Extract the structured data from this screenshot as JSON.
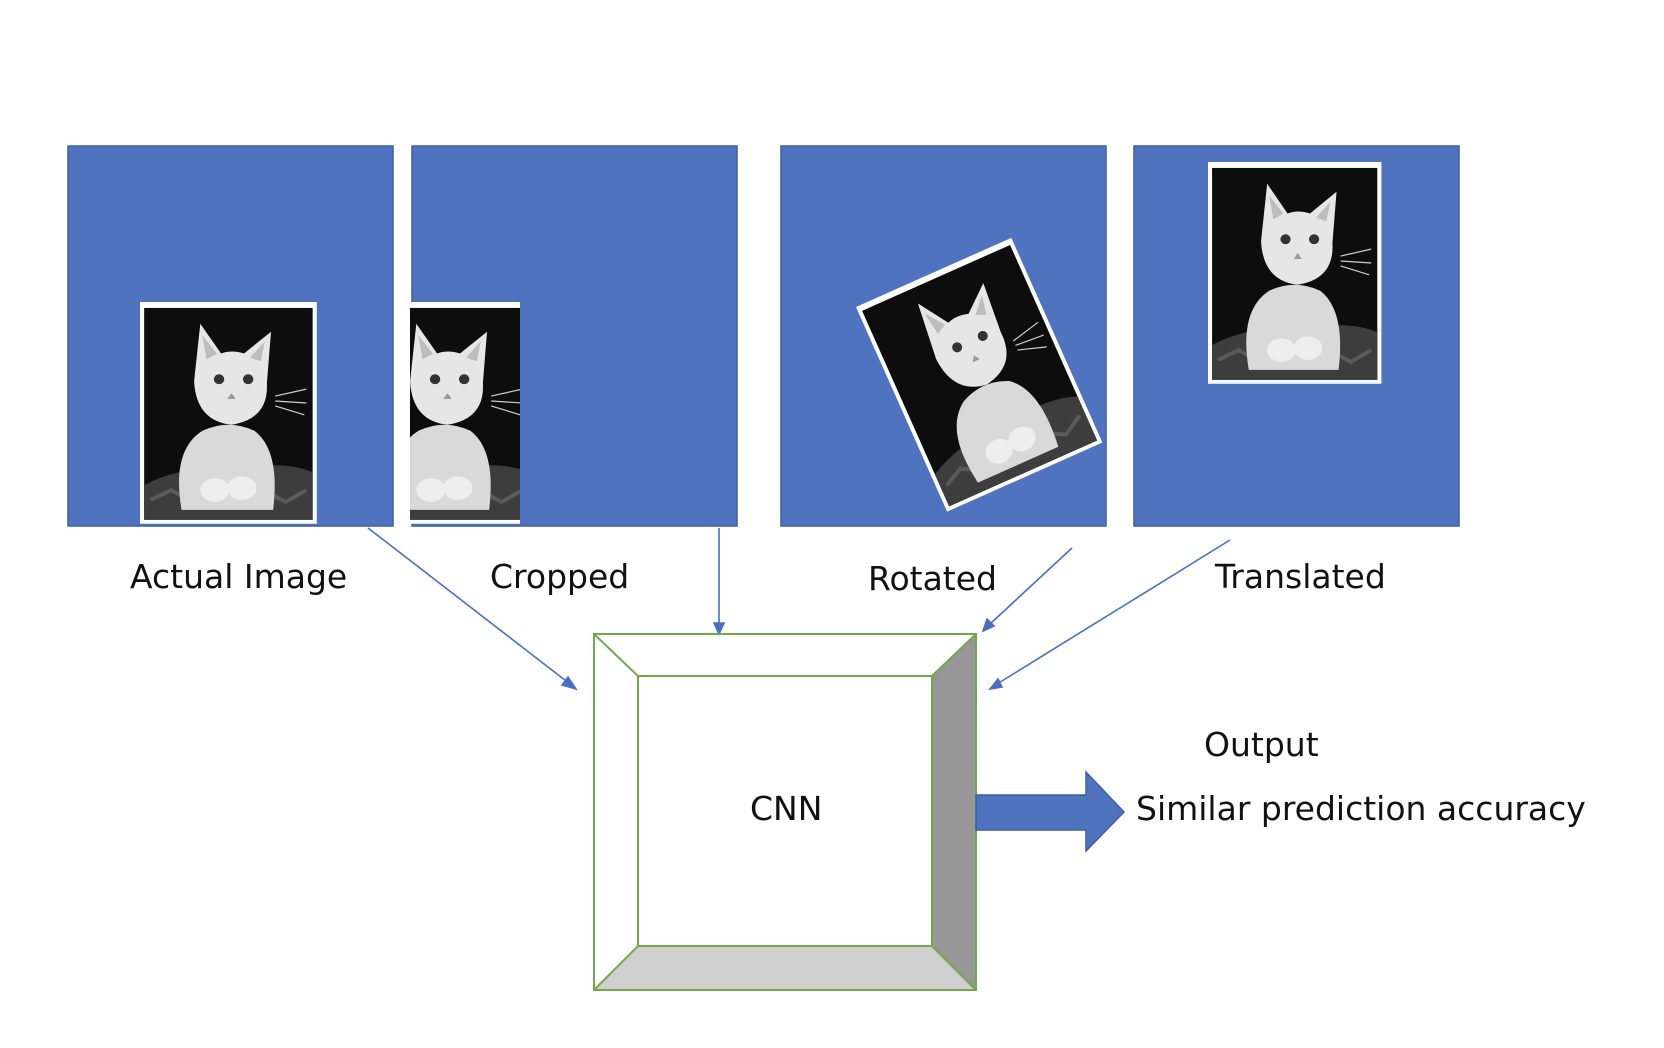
{
  "panels": [
    {
      "id": "actual",
      "label": "Actual Image"
    },
    {
      "id": "cropped",
      "label": "Cropped"
    },
    {
      "id": "rotated",
      "label": "Rotated"
    },
    {
      "id": "translated",
      "label": "Translated"
    }
  ],
  "cnn": {
    "label": "CNN"
  },
  "output": {
    "title": "Output",
    "text": "Similar prediction accuracy"
  },
  "colors": {
    "panel_fill": "#4f73bf",
    "panel_stroke": "#3f5e9e",
    "arrow": "#4a6fbf",
    "cnn_border": "#71a84b",
    "cnn_side": "#979797",
    "cnn_bottom": "#cfcfcf",
    "photo_bg": "#0d0d0d"
  }
}
